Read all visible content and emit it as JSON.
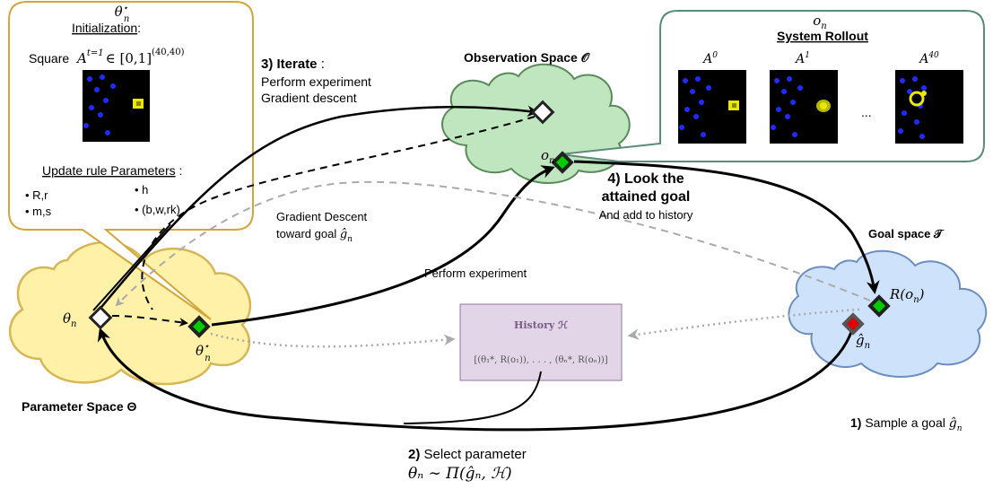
{
  "parameter_space": {
    "label": "Parameter Space Θ",
    "theta_n": "θ",
    "theta_n_sub": "n",
    "theta_star": "θ",
    "theta_star_sup": "⋆",
    "theta_star_sub": "n"
  },
  "callout_theta": {
    "title": "θ",
    "title_sup": "⋆",
    "title_sub": "n",
    "init_heading": "Initialization",
    "init_colon": ":",
    "init_text": "Square",
    "init_math": "A",
    "init_math_sup": "t=1",
    "init_math_rest": "∈ [0,1]",
    "init_math_exp": "(40,40)",
    "update_heading": "Update rule Parameters",
    "update_colon": " :",
    "params_left": [
      "R,r",
      "m,s"
    ],
    "params_right": [
      "h",
      "(b,w,rk)"
    ]
  },
  "observation_space": {
    "label": "Observation Space 𝒪",
    "o_n": "o",
    "o_n_sub": "n"
  },
  "callout_rollout": {
    "title": "o",
    "title_sub": "n",
    "heading": "System Rollout",
    "frames": [
      {
        "label": "A",
        "sup": "0"
      },
      {
        "label": "A",
        "sup": "1"
      },
      {
        "label": "A",
        "sup": "40"
      }
    ],
    "ellipsis": "..."
  },
  "goal_space": {
    "label": "Goal space 𝒯",
    "r_o_n": "R(o",
    "r_o_n_sub": "n",
    "r_o_n_close": ")",
    "g_hat": "ĝ",
    "g_hat_sub": "n"
  },
  "history": {
    "label": "History ℋ",
    "content": "[(θ₁*, R(o₁)), . . . , (θₙ*, R(oₙ))]"
  },
  "steps": {
    "step1_num": "1)",
    "step1_text": " Sample a goal ",
    "step1_math": "ĝ",
    "step1_math_sub": "n",
    "step2_num": "2)",
    "step2_text": " Select parameter",
    "step2_math": "θₙ ∼ Π(ĝₙ, ℋ)",
    "step3_num": "3) Iterate",
    "step3_colon": " :",
    "step3_line1": "Perform experiment",
    "step3_line2": "Gradient descent",
    "step4_line1": "4) Look the",
    "step4_line2": "attained goal",
    "step4_line3": "And add to history"
  },
  "edge_labels": {
    "gradient_line1": "Gradient Descent",
    "gradient_line2": "toward goal ",
    "gradient_math": "ĝ",
    "gradient_math_sub": "n",
    "perform_experiment": "Perform experiment"
  },
  "colors": {
    "param_fill": "#fff2a8",
    "param_stroke": "#d6b656",
    "obs_fill": "#bfe6bf",
    "obs_stroke": "#5a8a5a",
    "goal_fill": "#cfe2fb",
    "goal_stroke": "#6c8ebf",
    "history_fill": "#e1d5e7",
    "history_stroke": "#9673a6",
    "callout_theta_stroke": "#d6a53a",
    "callout_rollout_stroke": "#5a8a7a",
    "marker_green": "#00cc00",
    "marker_red": "#e00000",
    "frame_bg": "#000000",
    "dot_blue": "#1f2bff",
    "blob_yellow": "#e8e800"
  }
}
